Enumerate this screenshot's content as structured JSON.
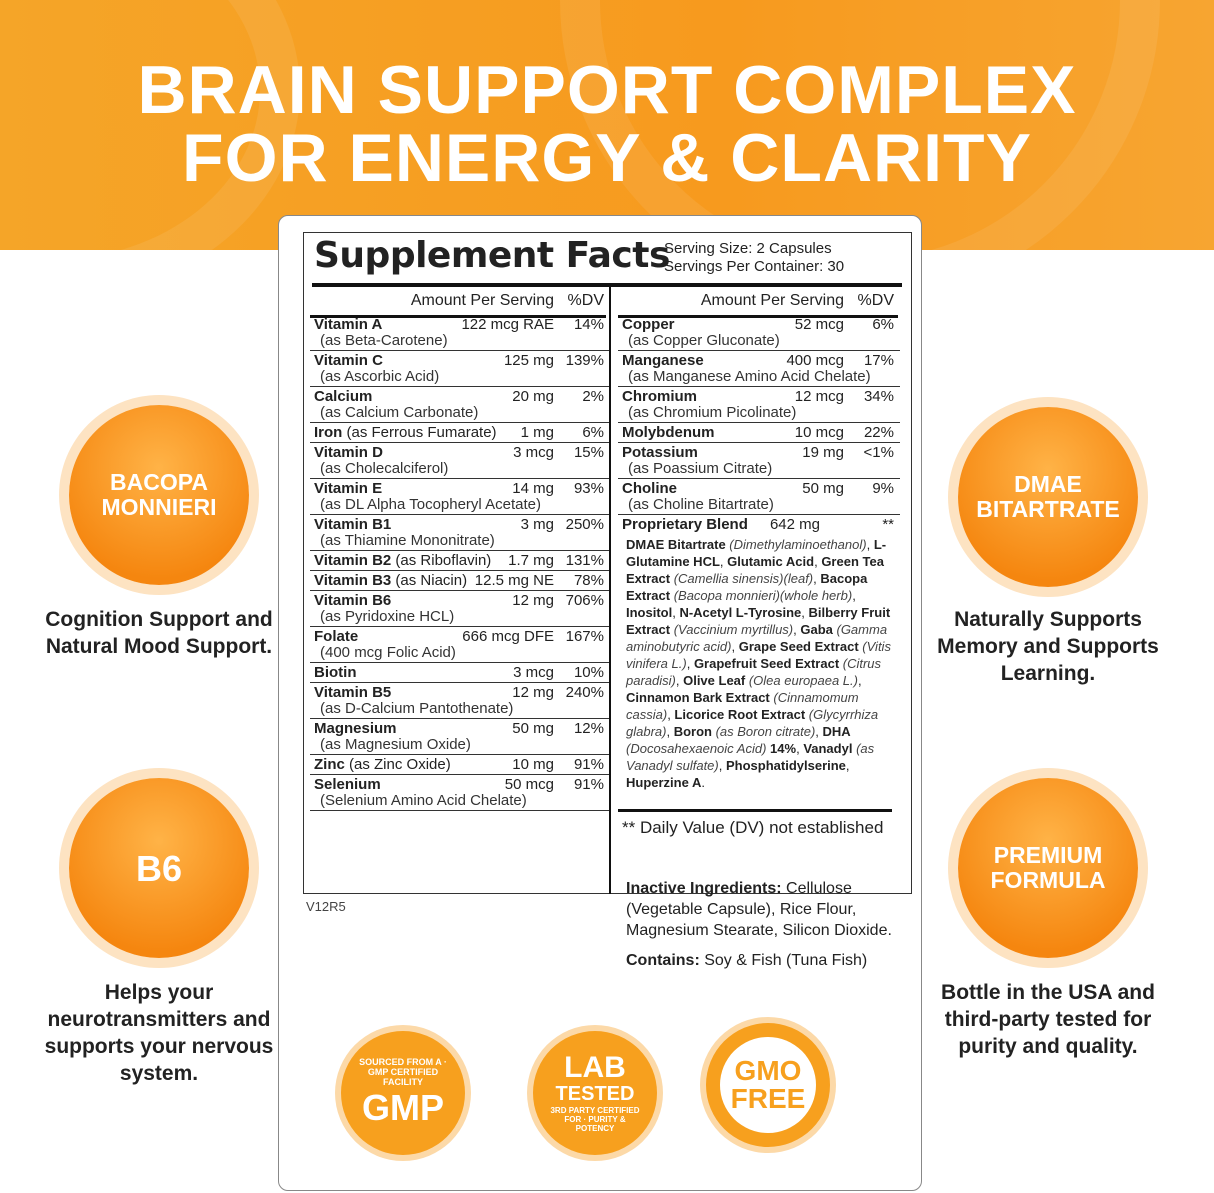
{
  "header": {
    "line1": "BRAIN SUPPORT COMPLEX",
    "line2": "FOR ENERGY & CLARITY",
    "color": "#f79a1e"
  },
  "facts": {
    "title": "Supplement Facts",
    "serving_size": "Serving Size: 2 Capsules",
    "servings_per_container": "Servings Per Container: 30",
    "col_amount": "Amount Per Serving",
    "col_dv": "%DV",
    "left": [
      {
        "name": "Vitamin A",
        "sub": "(as Beta-Carotene)",
        "amount": "122 mcg RAE",
        "dv": "14%"
      },
      {
        "name": "Vitamin C",
        "sub": "(as Ascorbic Acid)",
        "amount": "125 mg",
        "dv": "139%"
      },
      {
        "name": "Calcium",
        "sub": "(as Calcium Carbonate)",
        "amount": "20 mg",
        "dv": "2%"
      },
      {
        "name": "Iron",
        "inline": "(as Ferrous Fumarate)",
        "amount": "1 mg",
        "dv": "6%"
      },
      {
        "name": "Vitamin D",
        "sub": "(as Cholecalciferol)",
        "amount": "3 mcg",
        "dv": "15%"
      },
      {
        "name": "Vitamin E",
        "sub": "(as DL Alpha Tocopheryl Acetate)",
        "amount": "14 mg",
        "dv": "93%"
      },
      {
        "name": "Vitamin B1",
        "sub": "(as Thiamine Mononitrate)",
        "amount": "3 mg",
        "dv": "250%"
      },
      {
        "name": "Vitamin B2",
        "inline": "(as Riboflavin)",
        "amount": "1.7 mg",
        "dv": "131%"
      },
      {
        "name": "Vitamin B3",
        "inline": "(as Niacin)",
        "amount": "12.5 mg NE",
        "dv": "78%"
      },
      {
        "name": "Vitamin B6",
        "sub": "(as Pyridoxine HCL)",
        "amount": "12 mg",
        "dv": "706%"
      },
      {
        "name": "Folate",
        "sub": "(400 mcg Folic Acid)",
        "amount": "666 mcg DFE",
        "dv": "167%"
      },
      {
        "name": "Biotin",
        "amount": "3 mcg",
        "dv": "10%"
      },
      {
        "name": "Vitamin B5",
        "sub": "(as D-Calcium Pantothenate)",
        "amount": "12 mg",
        "dv": "240%"
      },
      {
        "name": "Magnesium",
        "sub": "(as Magnesium Oxide)",
        "amount": "50 mg",
        "dv": "12%"
      },
      {
        "name": "Zinc",
        "inline": "(as Zinc Oxide)",
        "amount": "10 mg",
        "dv": "91%"
      },
      {
        "name": "Selenium",
        "sub": "(Selenium Amino Acid Chelate)",
        "amount": "50 mcg",
        "dv": "91%"
      }
    ],
    "right": [
      {
        "name": "Copper",
        "sub": "(as Copper Gluconate)",
        "amount": "52 mcg",
        "dv": "6%"
      },
      {
        "name": "Manganese",
        "sub": "(as Manganese Amino Acid Chelate)",
        "amount": "400 mcg",
        "dv": "17%"
      },
      {
        "name": "Chromium",
        "sub": "(as Chromium Picolinate)",
        "amount": "12 mcg",
        "dv": "34%"
      },
      {
        "name": "Molybdenum",
        "amount": "10 mcg",
        "dv": "22%"
      },
      {
        "name": "Potassium",
        "sub": "(as Poassium Citrate)",
        "amount": "19 mg",
        "dv": "<1%"
      },
      {
        "name": "Choline",
        "sub": "(as Choline Bitartrate)",
        "amount": "50 mg",
        "dv": "9%"
      }
    ],
    "blend": {
      "name": "Proprietary Blend",
      "amount": "642 mg",
      "dv": "**",
      "parts": [
        [
          "b",
          "DMAE Bitartrate "
        ],
        [
          "i",
          "(Dimethylaminoethanol)"
        ],
        [
          "n",
          ", "
        ],
        [
          "b",
          "L-Glutamine HCL"
        ],
        [
          "n",
          ", "
        ],
        [
          "b",
          "Glutamic Acid"
        ],
        [
          "n",
          ", "
        ],
        [
          "b",
          "Green Tea Extract "
        ],
        [
          "i",
          "(Camellia sinensis)(leaf)"
        ],
        [
          "n",
          ", "
        ],
        [
          "b",
          "Bacopa Extract "
        ],
        [
          "i",
          "(Bacopa monnieri)(whole herb)"
        ],
        [
          "n",
          ", "
        ],
        [
          "b",
          "Inositol"
        ],
        [
          "n",
          ", "
        ],
        [
          "b",
          "N-Acetyl L-Tyrosine"
        ],
        [
          "n",
          ", "
        ],
        [
          "b",
          "Bilberry Fruit Extract "
        ],
        [
          "i",
          "(Vaccinium myrtillus)"
        ],
        [
          "n",
          ", "
        ],
        [
          "b",
          "Gaba "
        ],
        [
          "i",
          "(Gamma aminobutyric acid)"
        ],
        [
          "n",
          ", "
        ],
        [
          "b",
          "Grape Seed Extract "
        ],
        [
          "i",
          "(Vitis vinifera L.)"
        ],
        [
          "n",
          ", "
        ],
        [
          "b",
          "Grapefruit Seed Extract "
        ],
        [
          "i",
          "(Citrus paradisi)"
        ],
        [
          "n",
          ", "
        ],
        [
          "b",
          "Olive Leaf "
        ],
        [
          "i",
          "(Olea europaea L.)"
        ],
        [
          "n",
          ", "
        ],
        [
          "b",
          "Cinnamon Bark Extract "
        ],
        [
          "i",
          "(Cinnamomum cassia)"
        ],
        [
          "n",
          ", "
        ],
        [
          "b",
          "Licorice Root Extract "
        ],
        [
          "i",
          "(Glycyrrhiza glabra)"
        ],
        [
          "n",
          ", "
        ],
        [
          "b",
          "Boron "
        ],
        [
          "i",
          "(as Boron citrate)"
        ],
        [
          "n",
          ", "
        ],
        [
          "b",
          "DHA "
        ],
        [
          "i",
          "(Docosahexaenoic Acid) "
        ],
        [
          "b",
          "14%"
        ],
        [
          "n",
          ", "
        ],
        [
          "b",
          "Vanadyl "
        ],
        [
          "i",
          "(as Vanadyl sulfate)"
        ],
        [
          "n",
          ", "
        ],
        [
          "b",
          "Phosphatidylserine"
        ],
        [
          "n",
          ", "
        ],
        [
          "b",
          "Huperzine A"
        ],
        [
          "n",
          "."
        ]
      ]
    },
    "dv_note": "** Daily Value (DV) not established",
    "version": "V12R5",
    "inactive_label": "Inactive Ingredients:",
    "inactive": " Cellulose (Vegetable Capsule), Rice Flour, Magnesium Stearate, Silicon Dioxide.",
    "contains_label": "Contains:",
    "contains": " Soy & Fish (Tuna Fish)"
  },
  "features": [
    {
      "badge": "BACOPA MONNIERI",
      "caption": "Cognition Support and Natural Mood Support."
    },
    {
      "badge": "B6",
      "caption": "Helps your neurotransmitters and supports your nervous system."
    },
    {
      "badge": "DMAE BITARTRATE",
      "caption": "Naturally Supports Memory and Supports Learning."
    },
    {
      "badge": "PREMIUM FORMULA",
      "caption": "Bottle in the USA and third-party tested for purity and quality."
    }
  ],
  "seals": [
    {
      "ring": "SOURCED FROM A · GMP CERTIFIED FACILITY",
      "main": "GMP"
    },
    {
      "ring": "3RD PARTY CERTIFIED FOR · PURITY & POTENCY",
      "main": "LAB",
      "sub": "TESTED"
    },
    {
      "main": "GMO",
      "sub": "FREE"
    }
  ]
}
